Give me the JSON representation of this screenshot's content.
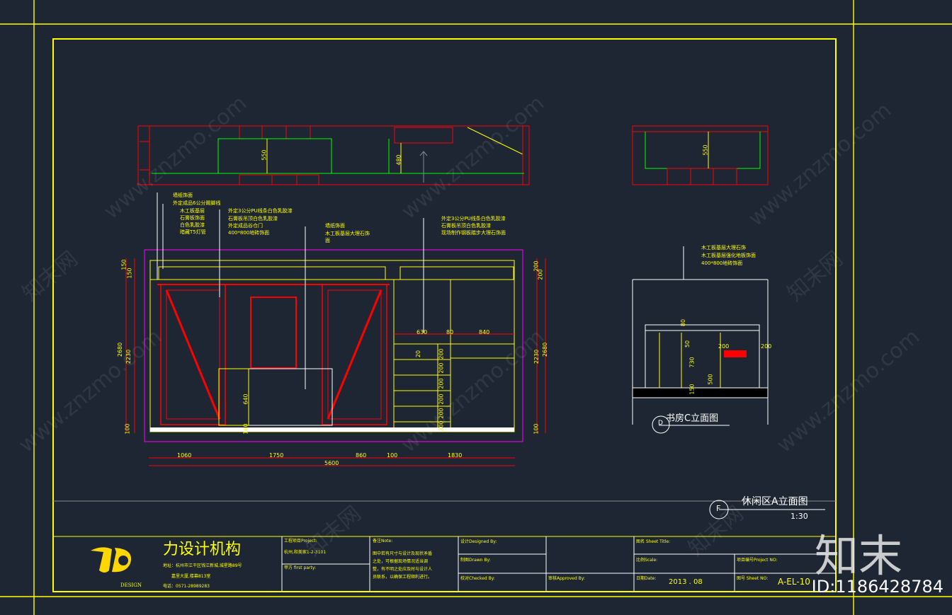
{
  "colors": {
    "background": "#1e2633",
    "frame": "#ffff00",
    "wall": "#ff0000",
    "fixture": "#00ff00",
    "border": "#ff00ff",
    "text": "#ffffff"
  },
  "watermark": {
    "text_url": "www.znzmo.com",
    "text_cn": "知末网"
  },
  "brand": {
    "logo": "知末",
    "image_id": "ID:1186428784"
  },
  "plan_top": {
    "dim_a": "550",
    "dim_b": "480"
  },
  "plan_right": {
    "dim_a": "550"
  },
  "elev_a": {
    "callouts_left": [
      "墙纸饰面",
      "外定成品6公分踢脚线",
      "木工板基层",
      "石膏板饰面",
      "白色乳胶漆",
      "暗藏T5灯管"
    ],
    "callouts_mid": [
      "外定3公分PU线条白色乳胶漆",
      "石膏板吊顶白色乳胶漆",
      "外定成品谷仓门",
      "400*800地砖饰面"
    ],
    "callouts_center": [
      "墙纸饰面",
      "木工板基层大理石饰",
      "面"
    ],
    "callouts_right": [
      "外定3公分PU线条白色乳胶漆",
      "石膏板吊顶白色乳胶漆",
      "现场制作钢板踏步大理石饰面"
    ],
    "dims_left": [
      "150",
      "150",
      "2680",
      "2230",
      "100"
    ],
    "dims_right": [
      "200",
      "200",
      "2230",
      "2680",
      "100"
    ],
    "dims_inner": [
      "630",
      "80",
      "840",
      "640",
      "100",
      "20",
      "200",
      "200",
      "200",
      "200",
      "200",
      "200"
    ],
    "dims_bottom": [
      "1060",
      "1750",
      "860",
      "100",
      "1830"
    ],
    "dim_total": "5600",
    "title": "休闲区A立面图",
    "marker": "F",
    "scale": "1:30"
  },
  "elev_c": {
    "callouts": [
      "木工板基层大理石饰",
      "木工板基层强化地板饰面",
      "400*800地砖饰面"
    ],
    "dims": [
      "80",
      "50",
      "730",
      "500",
      "150",
      "200",
      "200"
    ],
    "title": "书房C立面图",
    "marker": "D"
  },
  "title_block": {
    "company": "力设计机构",
    "logo_sub": "DESIGN",
    "address_1": "地址：杭州市江干区钱江新城,城星路89号",
    "address_2": "嘉里大厦,楼幕813室",
    "phone": "电话：0571-28989283",
    "project_label": "工程项目Project:",
    "project_value": "杭州,和美家1-2-3101",
    "party_label": "甲方 first party:",
    "note_label": "备注Note:",
    "note_text": [
      "图中若有尺寸与设计及现状矛盾",
      "之处，可根据现场情况适当调",
      "整，有不明之处应及时与设计人",
      "员联系，以确保工程顺利进行。"
    ],
    "designed_label": "设计Designed By:",
    "drawn_label": "制图Drawn By:",
    "checked_label": "校对Checked By:",
    "approved_label": "审核Approved By:",
    "sheet_title_label": "图名 Sheet Title:",
    "scale_label": "比例Scale:",
    "date_label": "日期Date:",
    "date_value": "2013 . 08",
    "project_no_label": "项目编号Project NO:",
    "sheet_no_label": "图号 Sheet NO:",
    "sheet_no_value": "A-EL-10"
  }
}
